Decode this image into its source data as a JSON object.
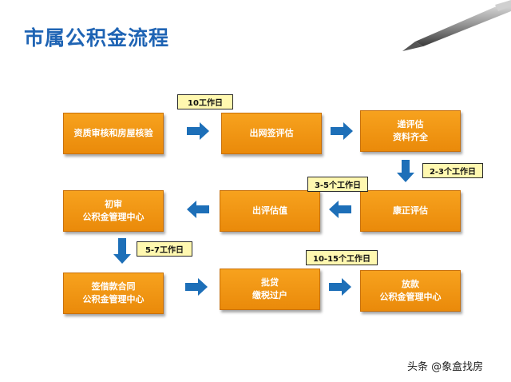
{
  "title": "市属公积金流程",
  "boxes": {
    "b1": {
      "line1": "资质审核和房屋核验",
      "line2": ""
    },
    "b2": {
      "line1": "出网签评估",
      "line2": ""
    },
    "b3": {
      "line1": "递评估",
      "line2": "资料齐全"
    },
    "b4": {
      "line1": "初审",
      "line2": "公积金管理中心"
    },
    "b5": {
      "line1": "出评估值",
      "line2": ""
    },
    "b6": {
      "line1": "康正评估",
      "line2": ""
    },
    "b7": {
      "line1": "签借款合同",
      "line2": "公积金管理中心"
    },
    "b8": {
      "line1": "批贷",
      "line2": "缴税过户"
    },
    "b9": {
      "line1": "放款",
      "line2": "公积金管理中心"
    }
  },
  "tags": {
    "t1": "10工作日",
    "t2": "2-3个工作日",
    "t3": "3-5个工作日",
    "t4": "5-7工作日",
    "t5": "10-15个工作日"
  },
  "watermark": "头条 @象盒找房",
  "colors": {
    "box": "#f39a17",
    "arrow": "#1d6fb8",
    "title": "#1f64b4",
    "tag_bg": "#fff8b0"
  }
}
